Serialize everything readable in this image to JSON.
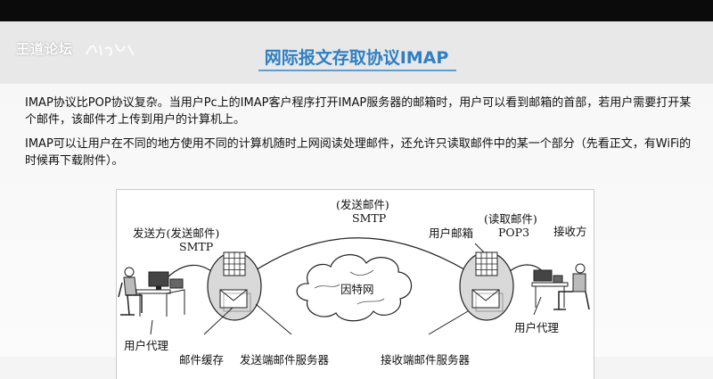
{
  "slide": {
    "logo_text": "王道论坛",
    "title": "网际报文存取协议IMAP",
    "paragraph1": "IMAP协议比POP协议复杂。当用户Pc上的IMAP客户程序打开IMAP服务器的邮箱时，用户可以看到邮箱的首部，若用户需要打开某个邮件，该邮件才上传到用户的计算机上。",
    "paragraph2": "IMAP可以让用户在不同的地方使用不同的计算机随时上网阅读处理邮件，还允许只读取邮件中的某一个部分（先看正文，有WiFi的时候再下载附件）。"
  },
  "diagram": {
    "sender": "发送方(发送邮件)",
    "sender_protocol": "SMTP",
    "middle_action": "(发送邮件)",
    "middle_protocol": "SMTP",
    "user_mailbox": "用户邮箱",
    "receiver_action": "(读取邮件)",
    "receiver_protocol": "POP3",
    "receiver": "接收方",
    "internet": "因特网",
    "user_agent_left": "用户代理",
    "mail_buffer": "邮件缓存",
    "send_server": "发送端邮件服务器",
    "receive_server": "接收端邮件服务器",
    "user_agent_right": "用户代理"
  }
}
